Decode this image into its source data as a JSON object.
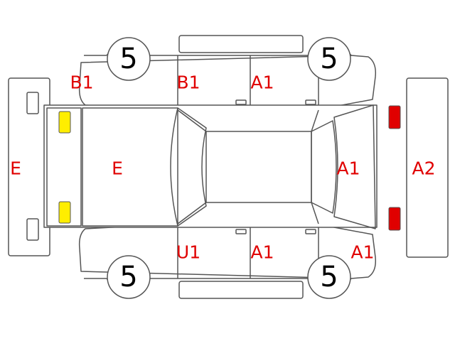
{
  "labels": {
    "rear_bumper": "E",
    "trunk_lid": "E",
    "left_rear_fender": "B1",
    "left_rear_door": "B1",
    "left_front_door": "A1",
    "hood": "A1",
    "front_bumper": "A2",
    "right_rear_door": "U1",
    "right_front_door": "A1",
    "right_front_fender": "A1"
  },
  "tires": {
    "left_rear": "5",
    "left_front": "5",
    "right_rear": "5",
    "right_front": "5"
  },
  "colors": {
    "outline": "#555555",
    "damage_text": "#e00000",
    "rear_lamp": "#ffee00",
    "front_lamp": "#e00000"
  }
}
